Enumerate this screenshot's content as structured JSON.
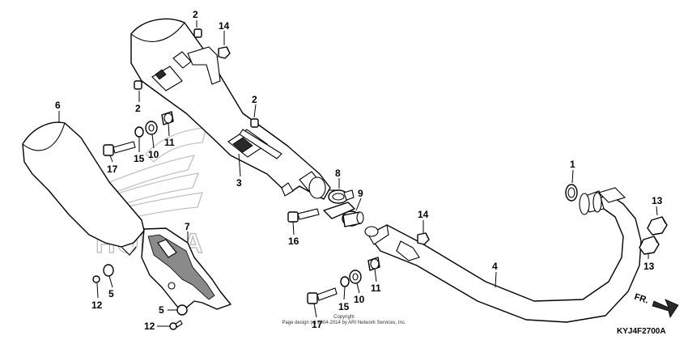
{
  "diagram": {
    "callouts": {
      "c1": "1",
      "c2a": "2",
      "c2b": "2",
      "c2c": "2",
      "c3": "3",
      "c4": "4",
      "c5a": "5",
      "c5b": "5",
      "c6": "6",
      "c7": "7",
      "c8": "8",
      "c9": "9",
      "c10a": "10",
      "c10b": "10",
      "c11a": "11",
      "c11b": "11",
      "c12a": "12",
      "c12b": "12",
      "c13a": "13",
      "c13b": "13",
      "c14a": "14",
      "c14b": "14",
      "c15a": "15",
      "c15b": "15",
      "c16": "16",
      "c17a": "17",
      "c17b": "17"
    },
    "watermark": "HONDA",
    "front_label": "FR.",
    "copyright_line1": "Copyright",
    "copyright_line2": "Page design (c) 2004-2014 by ARI Network Services, Inc.",
    "code": "KYJ4F2700A"
  }
}
